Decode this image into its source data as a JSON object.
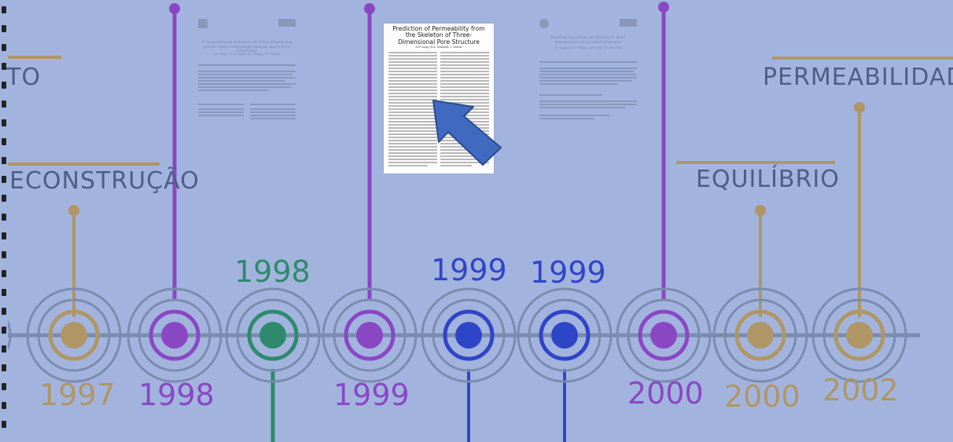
{
  "topics": {
    "left_partial": "TO",
    "reconstrucao": "ECONSTRUÇÃO",
    "equilibrio": "EQUILÍBRIO",
    "permeabilidade": "PERMEABILIDADE"
  },
  "years": {
    "y1997": "1997",
    "y1998_a": "1998",
    "y1998_b": "1998",
    "y1999_a": "1999",
    "y1999_b": "1999",
    "y1999_c": "1999",
    "y2000_a": "2000",
    "y2000_b": "2000",
    "y2002": "2002"
  },
  "papers": {
    "reconstruction": {
      "title": "A reconstruction technique for three-dimensional porous media using image analysis and Fourier transforms",
      "authors": "J.B. Liang, L.P. Fernandes, P.C. Philippi, P.C. Philippi"
    },
    "permeability": {
      "title": "Prediction of Permeability from the Skeleton of Three-Dimensional Pore Structure",
      "authors": "Z.R. Liang, M.A. Ioannidis, I. Chatzis"
    },
    "equilibrium": {
      "title": "Modeling two-phase equilibrium in three-dimensional porous microstructures",
      "authors": "P.C. Magnani, P.C. Philippi, Z.R. Liang, C.P. Fernandes"
    }
  },
  "colors": {
    "background": "#a2b4de",
    "gold": "#b09664",
    "purple": "#8a47c4",
    "green": "#2e8a6c",
    "blue": "#2f45c8",
    "axis": "#7a8cae",
    "arrow": "#3f6ac0"
  },
  "icons": {
    "pointer": "arrow-pointer-icon"
  }
}
